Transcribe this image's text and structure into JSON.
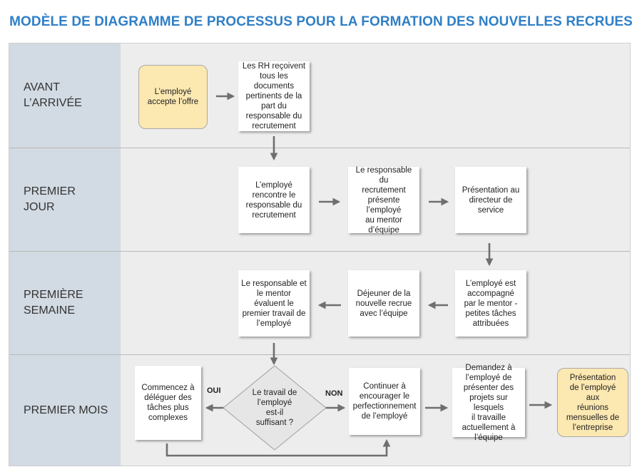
{
  "title": "MODÈLE DE DIAGRAMME DE PROCESSUS POUR LA FORMATION DES NOUVELLES RECRUES",
  "lanes": [
    {
      "label": "AVANT\nL’ARRIVÉE"
    },
    {
      "label": "PREMIER\nJOUR"
    },
    {
      "label": "PREMIÈRE\nSEMAINE"
    },
    {
      "label": "PREMIER MOIS"
    }
  ],
  "steps": {
    "accept_offer": "L’employé\naccepte l’offre",
    "hr_receives": "Les RH reçoivent\ntous les\ndocuments\npertinents de la\npart du\nresponsable du\nrecrutement",
    "meets_manager": "L’employé\nrencontre le\nresponsable du\nrecrutement",
    "introduces_mentor": "Le responsable du\nrecrutement\nprésente\nl’employé\nau mentor\nd’équipe",
    "department_head": "Présentation au\ndirecteur de\nservice",
    "mentor_tasks": "L’employé est\naccompagné\npar le mentor -\npetites tâches\nattribuées",
    "team_lunch": "Déjeuner de la\nnouvelle recrue\navec l’équipe",
    "evaluate_work": "Le responsable et\nle mentor\névaluent le\npremier travail de\nl’employé",
    "decision": "Le travail de\nl’employé\nest-il\nsuffisant ?",
    "delegate": "Commencez à\ndéléguer des\ntâches plus\ncomplexes",
    "encourage": "Continuer à\nencourager le\nperfectionnement\nde l’employé",
    "present_projects": "Demandez à\nl’employé de\nprésenter des\nprojets sur lesquels\nil travaille\nactuellement à\nl’équipe",
    "monthly_meetings": "Présentation\nde l’employé\naux\nréunions\nmensuelles de\nl’entreprise"
  },
  "tags": {
    "yes": "OUI",
    "no": "NON"
  },
  "colors": {
    "title": "#2f7fc6",
    "lane_label_bg": "#d2dae3",
    "lane_bg": "#ededed",
    "start_end_fill": "#fce8b1",
    "arrow": "#6f6f6f"
  }
}
